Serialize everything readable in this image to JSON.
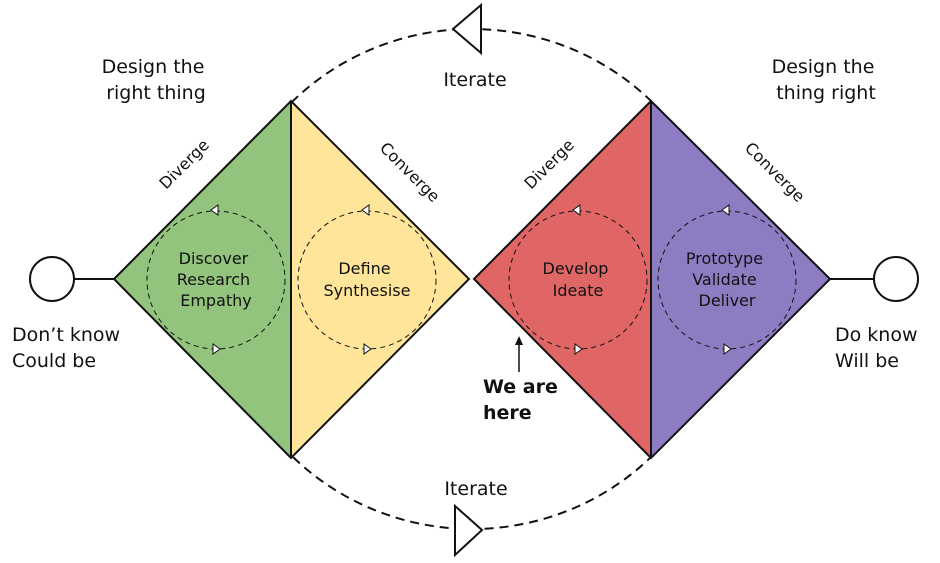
{
  "colors": {
    "discover": "#93c47d",
    "define": "#ffe599",
    "develop": "#e06666",
    "deliver": "#8e7cc3",
    "stroke": "#111111"
  },
  "top_left": [
    "Design the",
    "right thing"
  ],
  "top_right": [
    "Design the",
    "thing right"
  ],
  "iterate_top": "Iterate",
  "iterate_bottom": "Iterate",
  "start": [
    "Don’t know",
    "Could be"
  ],
  "end": [
    "Do know",
    "Will be"
  ],
  "diamond1": {
    "diverge": "Diverge",
    "converge": "Converge",
    "left_phase": [
      "Discover",
      "Research",
      "Empathy"
    ],
    "right_phase": [
      "Define",
      "Synthesise"
    ]
  },
  "diamond2": {
    "diverge": "Diverge",
    "converge": "Converge",
    "left_phase": [
      "Develop",
      "Ideate"
    ],
    "right_phase": [
      "Prototype",
      "Validate",
      "Deliver"
    ]
  },
  "marker": [
    "We are",
    "here"
  ]
}
